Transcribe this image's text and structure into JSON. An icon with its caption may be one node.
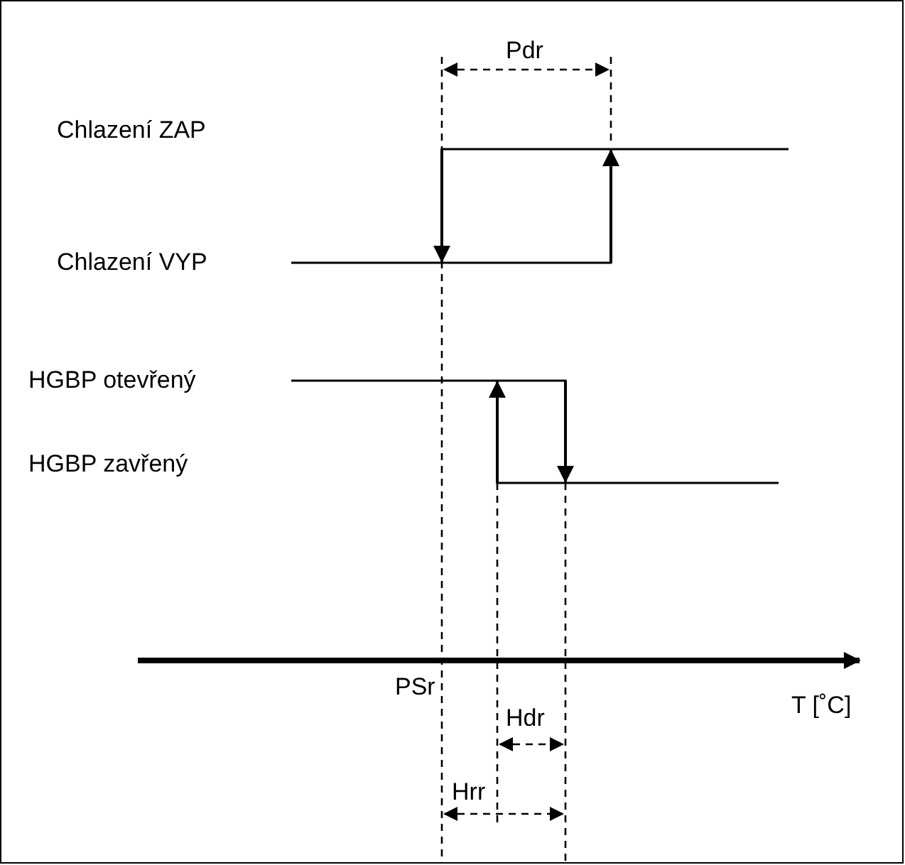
{
  "diagram": {
    "labels": [
      "Pdr",
      "Chlazení ZAP",
      "Chlazení VYP",
      "HGBP otevřený",
      "HGBP zavřený",
      "PSr",
      "T [˚C]",
      "Hdr",
      "Hrr"
    ]
  }
}
